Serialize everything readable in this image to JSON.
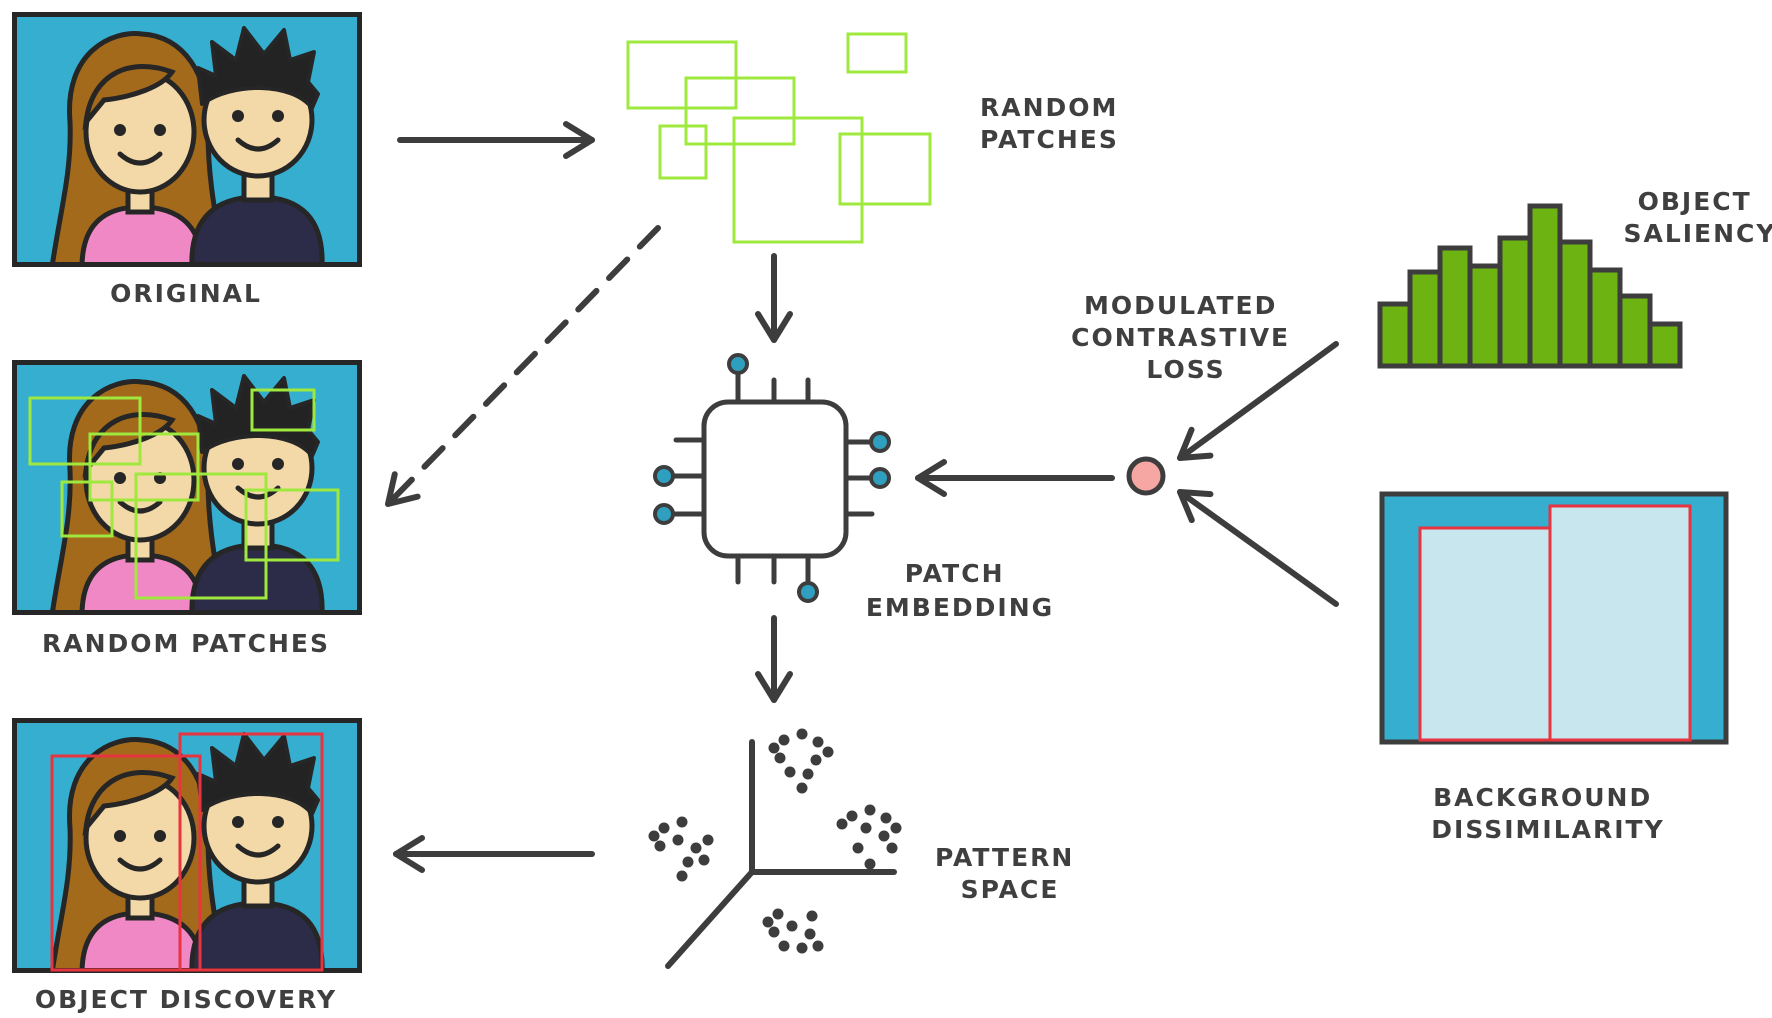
{
  "labels": {
    "original": "ORIGINAL",
    "random_patches_left": "RANDOM PATCHES",
    "object_discovery": "OBJECT DISCOVERY",
    "random_patches_top": [
      "RANDOM",
      "PATCHES"
    ],
    "modulated_contrastive_loss": [
      "MODULATED",
      "CONTRASTIVE",
      "LOSS"
    ],
    "object_saliency": [
      "OBJECT",
      "SALIENCY"
    ],
    "patch_embedding": [
      "PATCH",
      "EMBEDDING"
    ],
    "pattern_space": [
      "PATTERN",
      "SPACE"
    ],
    "background_dissimilarity": [
      "BACKGROUND",
      "DISSIMILARITY"
    ]
  },
  "icons": {
    "photo": "couple-photo-icon",
    "network": "chip-icon",
    "saliency": "saliency-histogram-icon",
    "background": "background-panel-icon",
    "space": "3d-axes-scatter-icon",
    "combine": "combine-node-icon"
  },
  "colors": {
    "photo_bg": "#35aecf",
    "skin": "#f3d9a8",
    "hair_girl": "#a36a1c",
    "hair_boy": "#232323",
    "shirt_girl": "#ef88c4",
    "shirt_boy": "#2c2c48",
    "patch_green": "#9fe83d",
    "box_red": "#e8343f",
    "saliency_green": "#6db413",
    "chip_node": "#2f9fbf",
    "node_pink": "#f7a7a3",
    "ink": "#3d3d3d",
    "panel_light": "#c8e6ee"
  }
}
